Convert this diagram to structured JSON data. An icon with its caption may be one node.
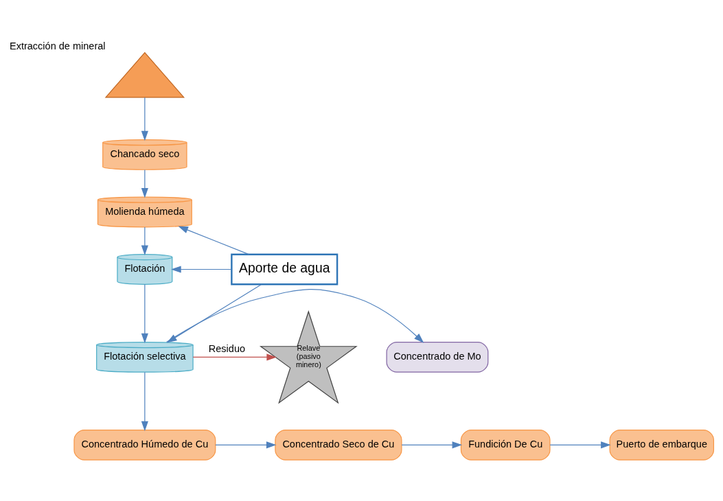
{
  "diagram": {
    "nodes": [
      {
        "text": [],
        "shape": "triangle",
        "beside": [
          "Extracción de mineral"
        ]
      },
      {
        "text": [
          "Chancado seco"
        ]
      },
      {
        "text": [
          "Molienda húmeda"
        ]
      },
      {
        "text": [
          "Flotación"
        ]
      },
      {
        "text": [
          "Flotación selectiva"
        ]
      },
      {
        "text": [
          "Relave (pasivo minero)"
        ]
      },
      {
        "text": [
          "Concentrado de Mo"
        ]
      },
      {
        "text": [
          "Concentrado Húmedo de Cu"
        ]
      },
      {
        "text": [
          "Concentrado Seco de Cu"
        ]
      },
      {
        "text": [
          "Fundición De Cu"
        ]
      },
      {
        "text": [
          "Puerto de embarque"
        ]
      },
      {
        "text": [
          "Aporte de agua"
        ]
      }
    ],
    "edges": [
      {
        "from": 0,
        "to": 1,
        "arrow": "to"
      },
      {
        "from": 1,
        "to": 2,
        "arrow": "to"
      },
      {
        "from": 2,
        "to": 3,
        "arrow": "to"
      },
      {
        "from": 3,
        "to": 4,
        "arrow": "to"
      },
      {
        "from": 4,
        "to": 5,
        "arrow": "to",
        "label": "Residuo",
        "color": "#c0504d"
      },
      {
        "from": 4,
        "to": 6,
        "arrow": "to"
      },
      {
        "from": 4,
        "to": 7,
        "arrow": "to"
      },
      {
        "from": 7,
        "to": 8,
        "arrow": "to"
      },
      {
        "from": 8,
        "to": 9,
        "arrow": "to"
      },
      {
        "from": 9,
        "to": 10,
        "arrow": "to"
      },
      {
        "from": 11,
        "to": 2,
        "arrow": "to"
      },
      {
        "from": 11,
        "to": 3,
        "arrow": "to"
      },
      {
        "from": 11,
        "to": 4,
        "arrow": "to"
      }
    ]
  }
}
